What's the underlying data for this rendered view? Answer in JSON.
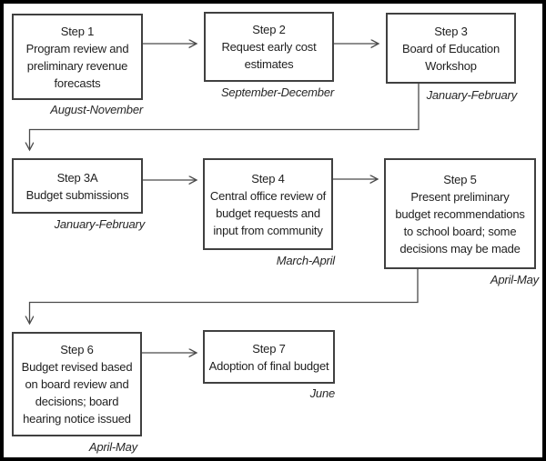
{
  "figure": {
    "type": "flowchart",
    "background": "#ffffff",
    "colors": {
      "outer_border": "#000000",
      "box_border": "#404040",
      "connector": "#4a4a4a",
      "text": "#1f1f1f"
    }
  },
  "steps": [
    {
      "title": "Step 1",
      "body": "Program review and\npreliminary revenue\nforecasts",
      "period": "August-November"
    },
    {
      "title": "Step 2",
      "body": "Request early cost\nestimates",
      "period": "September-December"
    },
    {
      "title": "Step 3",
      "body": "Board of Education\nWorkshop",
      "period": "January-February"
    },
    {
      "title": "Step 3A",
      "body": "Budget submissions",
      "period": "January-February"
    },
    {
      "title": "Step 4",
      "body": "Central office review of\nbudget requests and\ninput from community",
      "period": "March-April"
    },
    {
      "title": "Step 5",
      "body": "Present preliminary\nbudget recommendations\nto school board; some\ndecisions may be made",
      "period": "April-May"
    },
    {
      "title": "Step 6",
      "body": "Budget revised based\non board review and\ndecisions; board\nhearing notice issued",
      "period": "April-May"
    },
    {
      "title": "Step 7",
      "body": "Adoption of final budget",
      "period": "June"
    }
  ],
  "connections": [
    {
      "from": "Step 1",
      "to": "Step 2"
    },
    {
      "from": "Step 2",
      "to": "Step 3"
    },
    {
      "from": "Step 3",
      "to": "Step 3A"
    },
    {
      "from": "Step 3A",
      "to": "Step 4"
    },
    {
      "from": "Step 4",
      "to": "Step 5"
    },
    {
      "from": "Step 5",
      "to": "Step 6"
    },
    {
      "from": "Step 6",
      "to": "Step 7"
    }
  ]
}
